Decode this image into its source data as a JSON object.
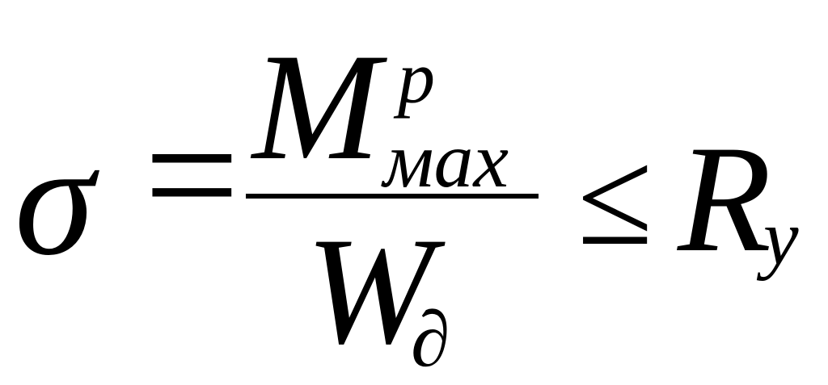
{
  "formula": {
    "lhs": "σ",
    "equals": "=",
    "numerator": {
      "base": "M",
      "superscript": "p",
      "subscript": "мах"
    },
    "denominator": {
      "base": "W",
      "subscript": "∂"
    },
    "relation": "≤",
    "rhs": {
      "base": "R",
      "subscript": "y"
    }
  }
}
